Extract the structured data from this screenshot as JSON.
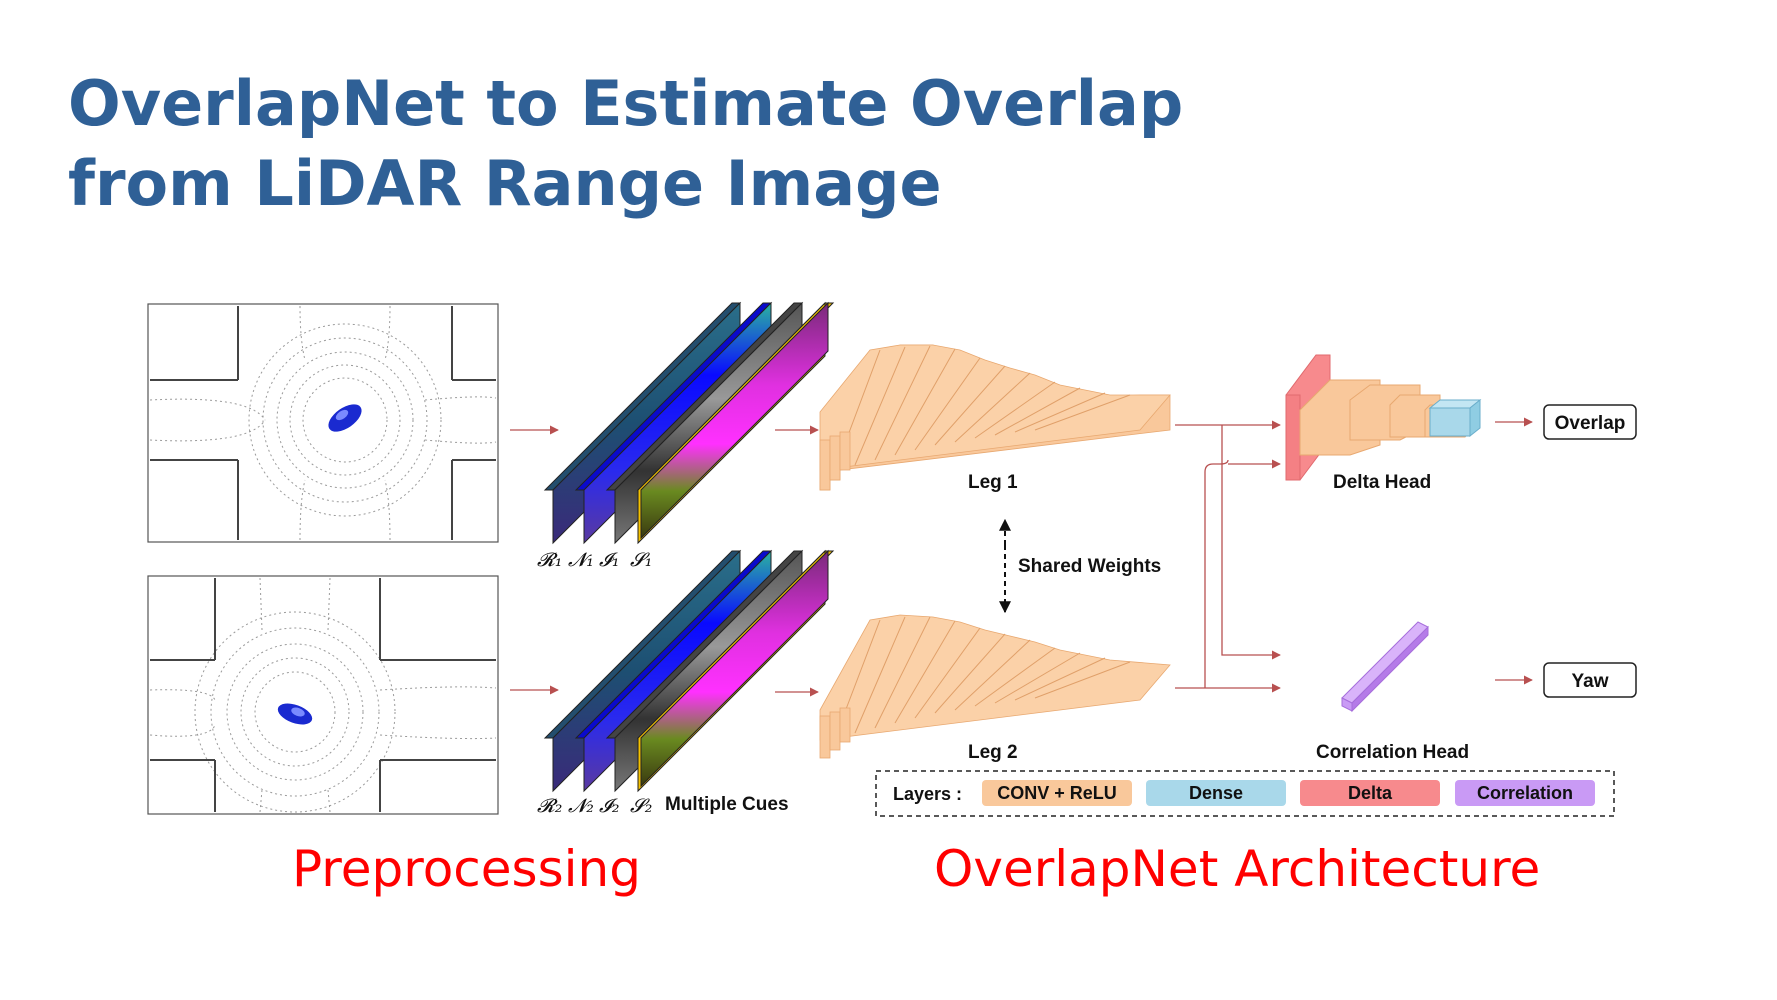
{
  "title": {
    "line1": "OverlapNet to Estimate Overlap",
    "line2": "from LiDAR Range Image"
  },
  "sections": {
    "left": "Preprocessing",
    "right": "OverlapNet Architecture"
  },
  "cues": {
    "top_labels": [
      "𝓡₁",
      "𝓝₁",
      "𝓘₁",
      "𝓢₁"
    ],
    "bottom_labels": [
      "𝓡₂",
      "𝓝₂",
      "𝓘₂",
      "𝓢₂"
    ],
    "caption": "Multiple Cues"
  },
  "legs": {
    "leg1": "Leg 1",
    "leg2": "Leg 2",
    "shared": "Shared Weights"
  },
  "heads": {
    "delta": "Delta Head",
    "correlation": "Correlation Head"
  },
  "outputs": {
    "overlap": "Overlap",
    "yaw": "Yaw"
  },
  "legend": {
    "title": "Layers :",
    "items": [
      {
        "label": "CONV + ReLU",
        "color": "#f9c89b"
      },
      {
        "label": "Dense",
        "color": "#a9d8ea"
      },
      {
        "label": "Delta",
        "color": "#f78a8d"
      },
      {
        "label": "Correlation",
        "color": "#c99af5"
      }
    ]
  },
  "colors": {
    "title": "#2f6096",
    "section": "#ff0000",
    "arrow": "#b85050"
  },
  "icons": [
    "car-icon",
    "point-cloud-image",
    "range-image-stack"
  ]
}
